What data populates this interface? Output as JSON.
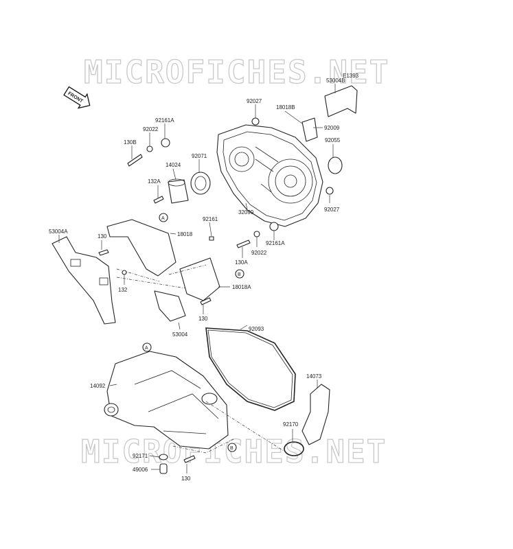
{
  "diagram": {
    "code": "E1393",
    "front_tag": "FRONT",
    "watermark": "MICROFICHES.NET",
    "callouts": {
      "a1": "A",
      "a2": "A",
      "b1": "B",
      "b2": "B"
    },
    "parts": [
      {
        "id": "p53004B",
        "label": "53004B"
      },
      {
        "id": "p18018B",
        "label": "18018B"
      },
      {
        "id": "p92027a",
        "label": "92027"
      },
      {
        "id": "p92009",
        "label": "92009"
      },
      {
        "id": "p92161A_top",
        "label": "92161A"
      },
      {
        "id": "p92022_top",
        "label": "92022"
      },
      {
        "id": "p130B",
        "label": "130B"
      },
      {
        "id": "p92071",
        "label": "92071"
      },
      {
        "id": "p92055",
        "label": "92055"
      },
      {
        "id": "p14024",
        "label": "14024"
      },
      {
        "id": "p132A",
        "label": "132A"
      },
      {
        "id": "p32099",
        "label": "32099"
      },
      {
        "id": "p92027b",
        "label": "92027"
      },
      {
        "id": "p53004A",
        "label": "53004A"
      },
      {
        "id": "p130_left",
        "label": "130"
      },
      {
        "id": "p18018",
        "label": "18018"
      },
      {
        "id": "p92161",
        "label": "92161"
      },
      {
        "id": "p92161A_mid",
        "label": "92161A"
      },
      {
        "id": "p92022_mid",
        "label": "92022"
      },
      {
        "id": "p130A",
        "label": "130A"
      },
      {
        "id": "p132",
        "label": "132"
      },
      {
        "id": "p18018A",
        "label": "18018A"
      },
      {
        "id": "p130_mid",
        "label": "130"
      },
      {
        "id": "p53004",
        "label": "53004"
      },
      {
        "id": "p92093",
        "label": "92093"
      },
      {
        "id": "p14092",
        "label": "14092"
      },
      {
        "id": "p14073",
        "label": "14073"
      },
      {
        "id": "p92170",
        "label": "92170"
      },
      {
        "id": "p92171",
        "label": "92171"
      },
      {
        "id": "p49006",
        "label": "49006"
      },
      {
        "id": "p130_bottom",
        "label": "130"
      }
    ]
  }
}
